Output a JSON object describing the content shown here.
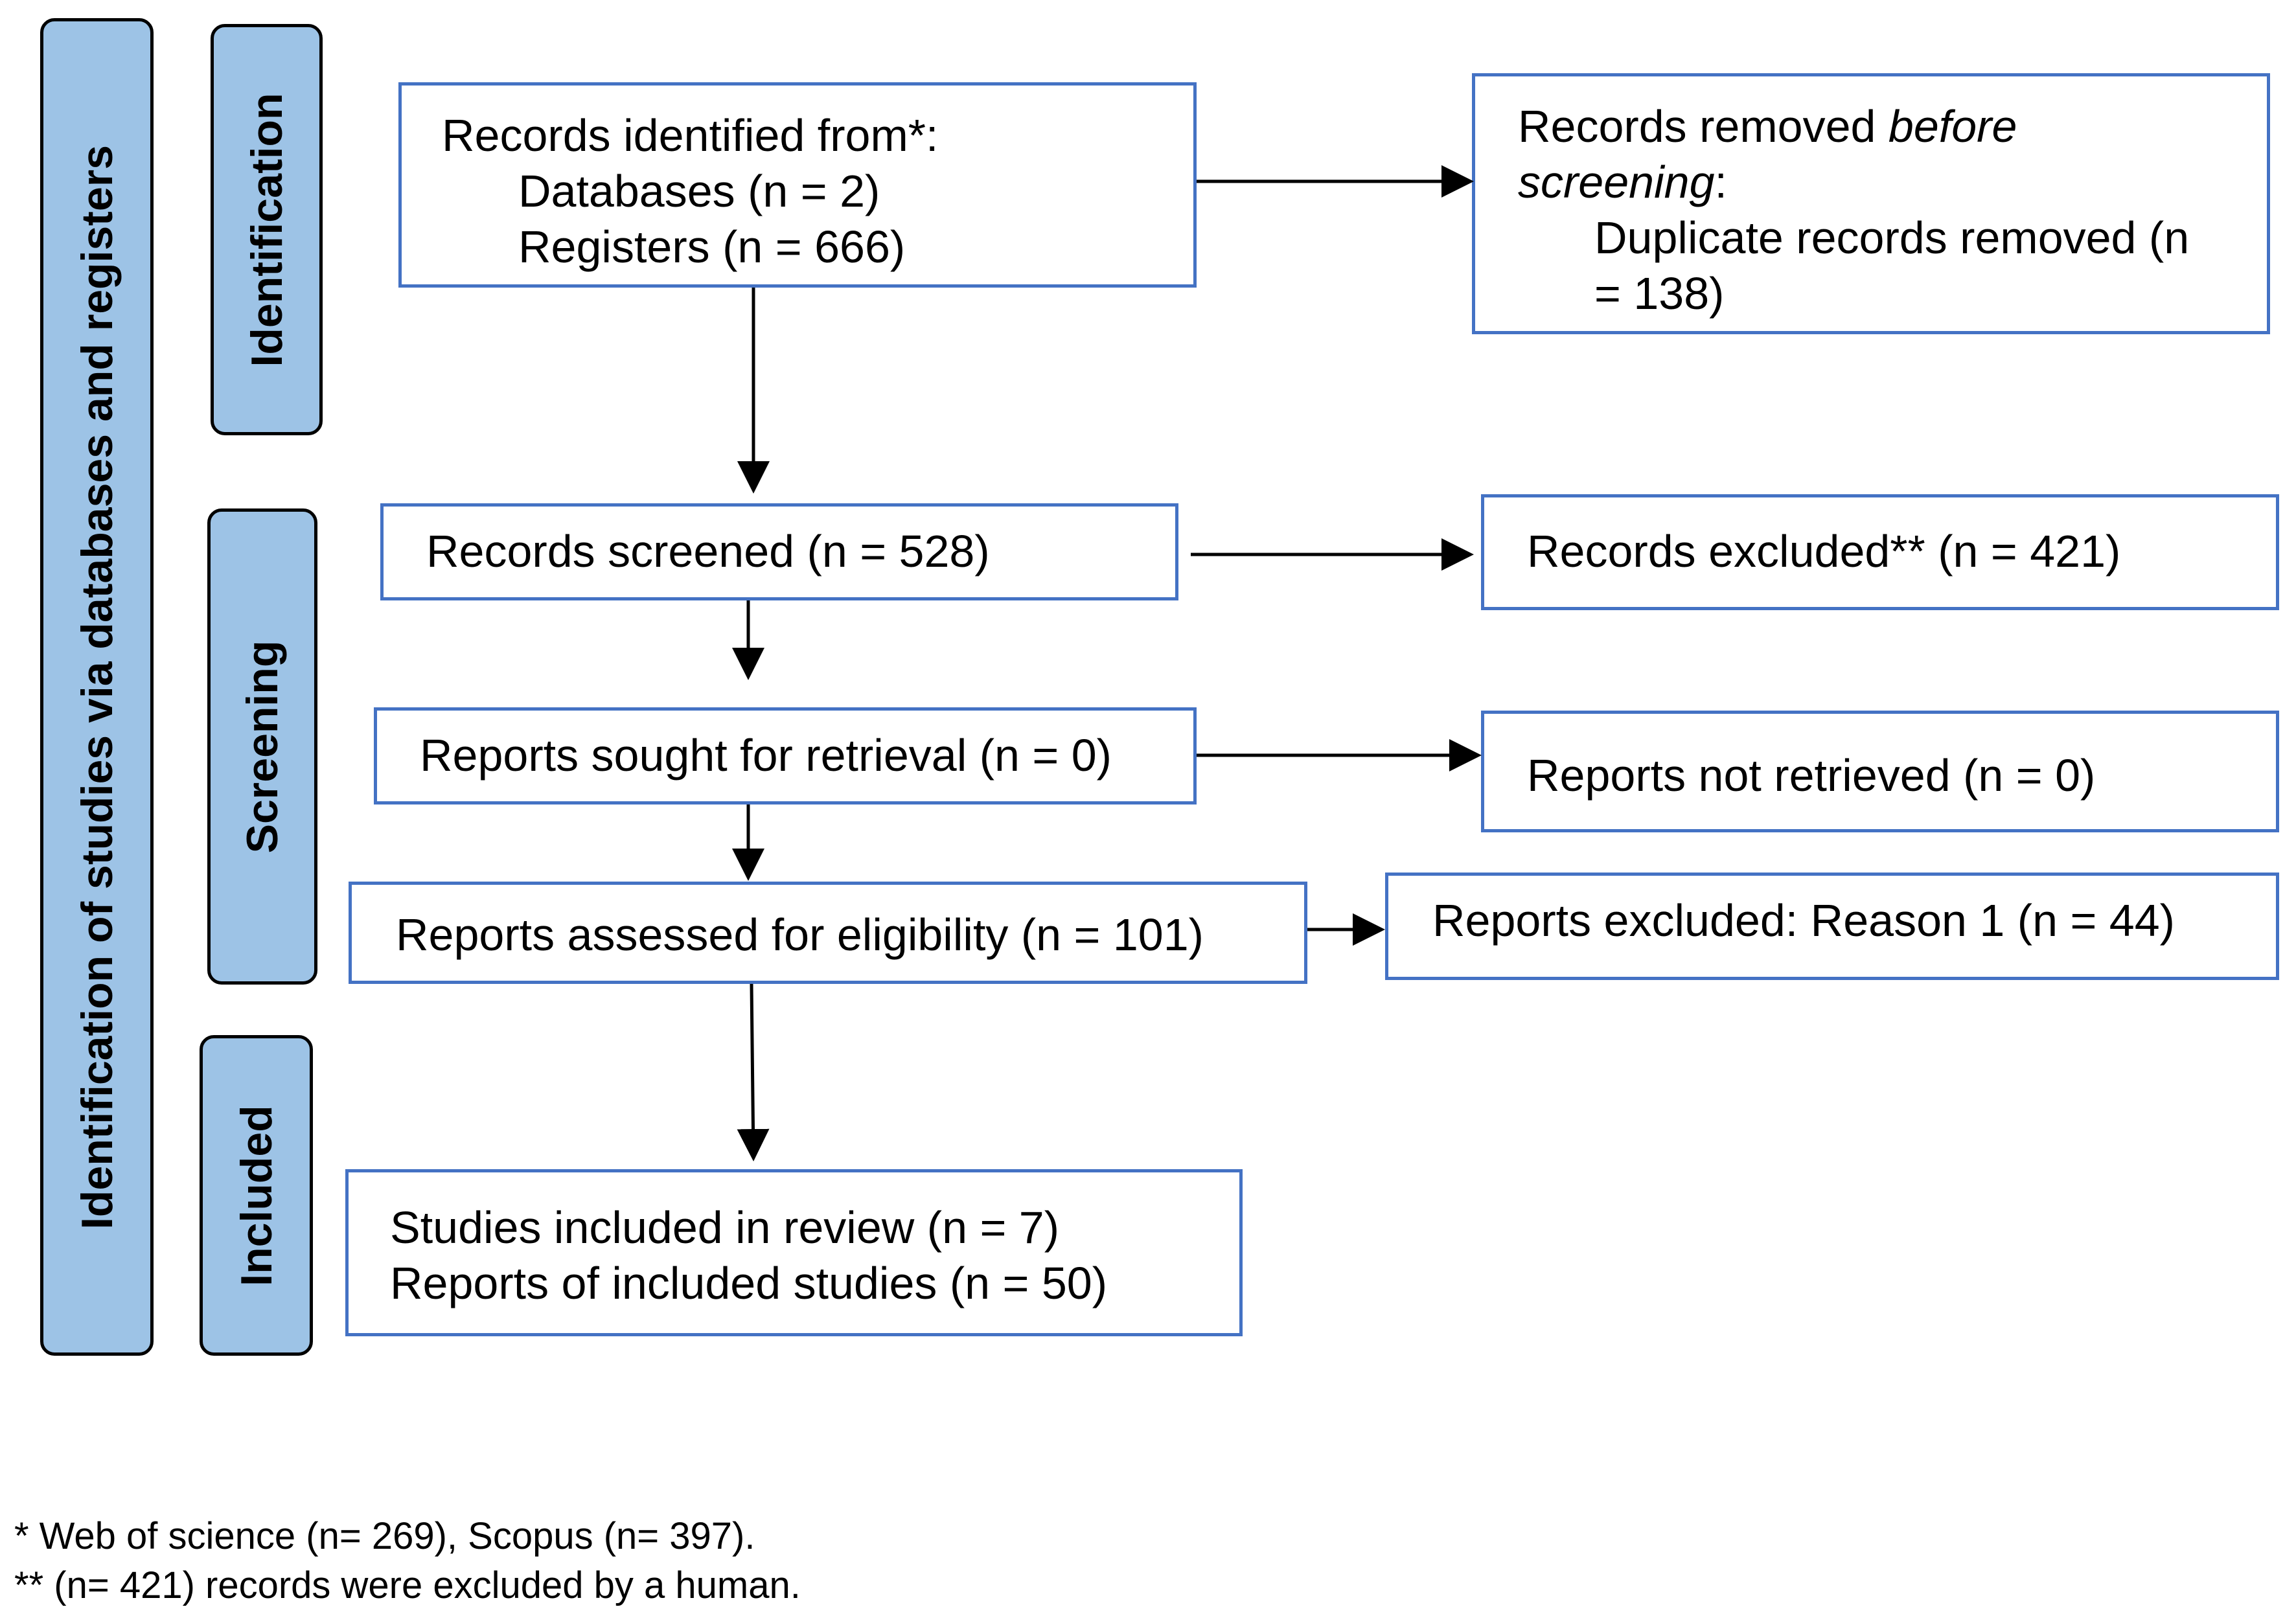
{
  "phases": {
    "overall": "Identification of studies via databases and registers",
    "identification": "Identification",
    "screening": "Screening",
    "included": "Included"
  },
  "boxes": {
    "records_identified": {
      "line1": "Records identified from*:",
      "line2": "Databases (n = 2)",
      "line3": "Registers (n = 666)"
    },
    "records_removed": {
      "line1_a": "Records removed ",
      "line1_b": "before",
      "line2_a": "screening",
      "line2_b": ":",
      "line3": "Duplicate records removed (n",
      "line4": "= 138)"
    },
    "records_screened": "Records screened (n = 528)",
    "records_excluded": "Records excluded** (n = 421)",
    "reports_sought": "Reports sought for retrieval (n = 0)",
    "reports_not_retrieved": "Reports not retrieved (n = 0)",
    "reports_assessed": "Reports assessed for eligibility (n = 101)",
    "reports_excluded": "Reports excluded: Reason 1 (n = 44)",
    "included": {
      "line1": "Studies included in review (n = 7)",
      "line2": "Reports of included studies (n = 50)"
    }
  },
  "footnotes": {
    "note1": "* Web of science (n= 269), Scopus (n= 397).",
    "note2": "** (n= 421) records were excluded by a human."
  },
  "colors": {
    "side_fill": "#9dc3e6",
    "box_border": "#4472c4"
  }
}
